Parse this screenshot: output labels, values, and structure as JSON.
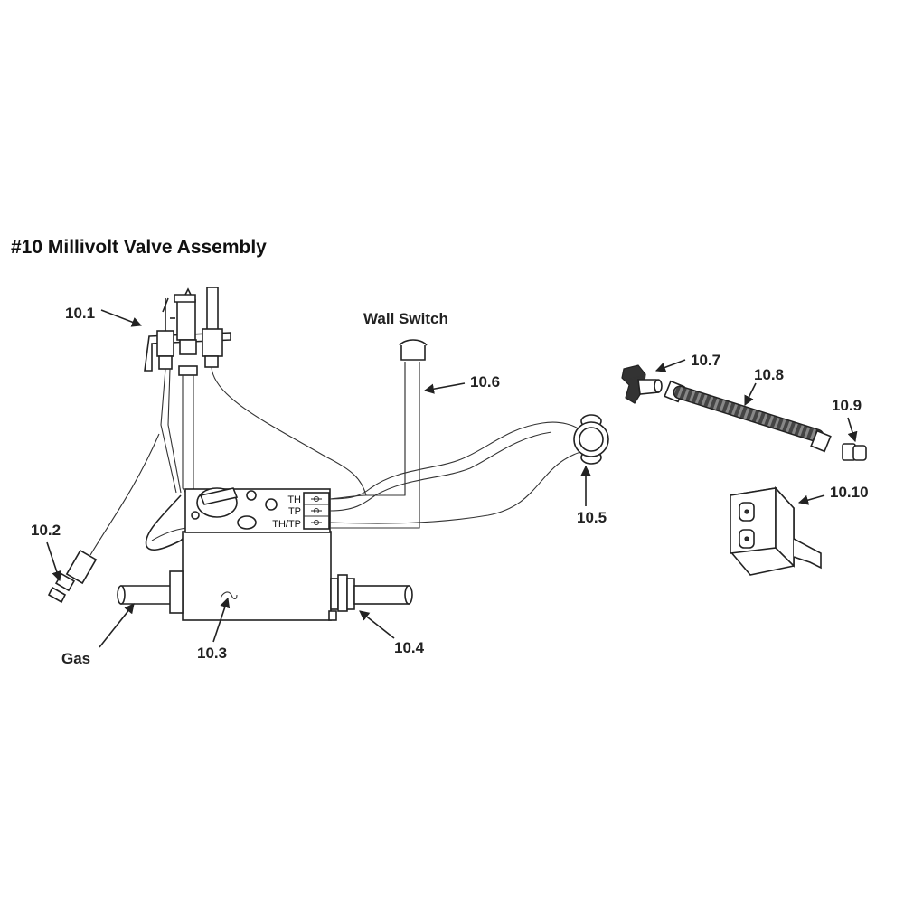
{
  "title": "#10 Millivolt Valve Assembly",
  "labels": {
    "p10_1": "10.1",
    "p10_2": "10.2",
    "p10_3": "10.3",
    "p10_4": "10.4",
    "p10_5": "10.5",
    "p10_6": "10.6",
    "p10_7": "10.7",
    "p10_8": "10.8",
    "p10_9": "10.9",
    "p10_10": "10.10",
    "gas": "Gas",
    "wall_switch": "Wall Switch"
  },
  "terminals": [
    "TH",
    "TP",
    "TH/TP"
  ]
}
